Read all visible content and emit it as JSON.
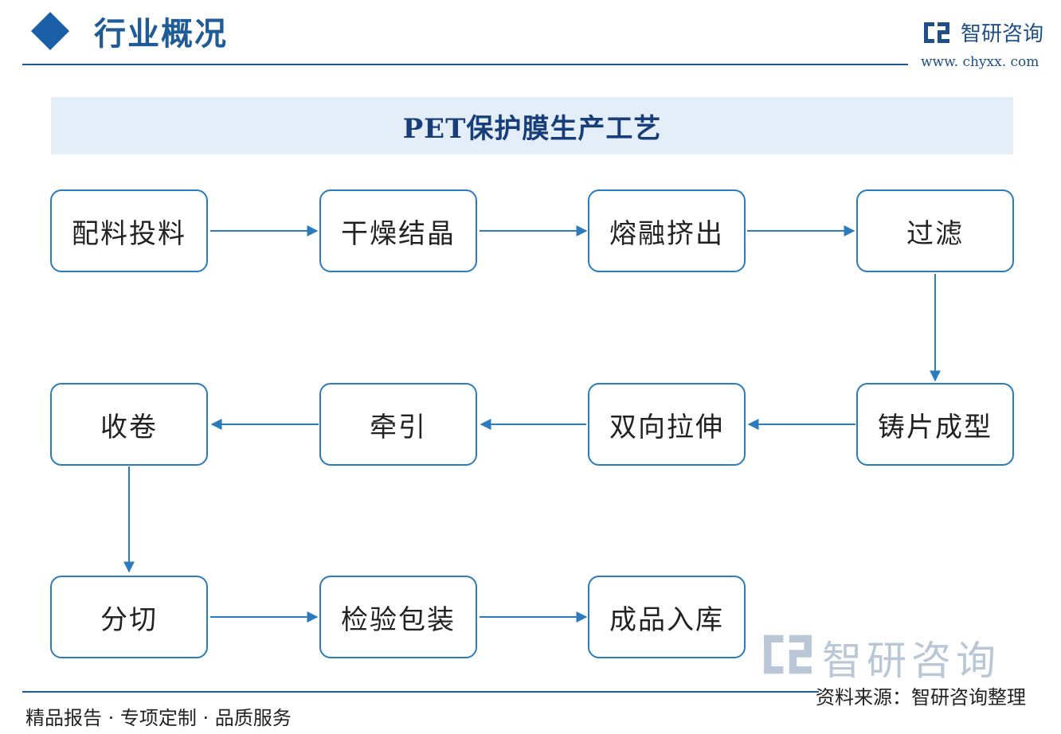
{
  "header": {
    "title": "行业概况"
  },
  "brand": {
    "name": "智研咨询",
    "url": "www. chyxx. com"
  },
  "diagram_title": "PET保护膜生产工艺",
  "steps": [
    "配料投料",
    "干燥结晶",
    "熔融挤出",
    "过滤",
    "铸片成型",
    "双向拉伸",
    "牵引",
    "收卷",
    "分切",
    "检验包装",
    "成品入库"
  ],
  "footer": {
    "tagline": "精品报告 · 专项定制 · 品质服务",
    "source": "资料来源：智研咨询整理"
  },
  "watermark": "智研咨询",
  "colors": {
    "accent": "#1f5b96",
    "node_border": "#2a7cbf",
    "banner": "#e4eef8"
  }
}
